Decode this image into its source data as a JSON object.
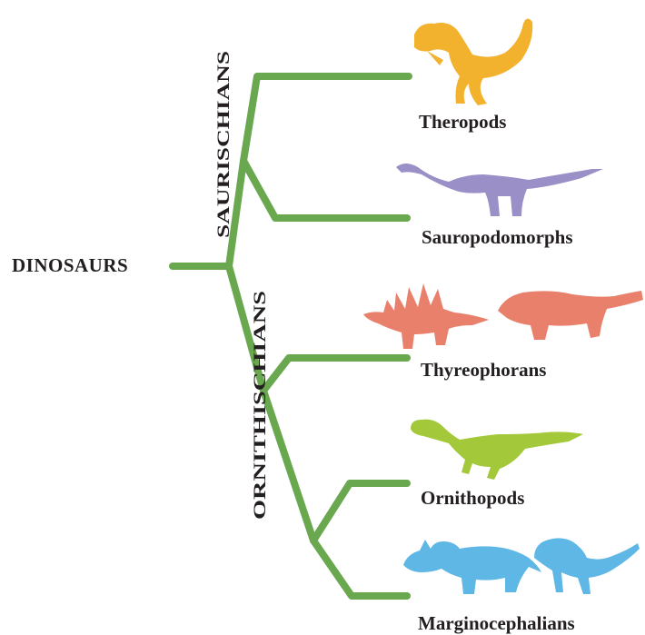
{
  "root_label": "DINOSAURS",
  "groups": [
    {
      "label": "SAURISCHIANS"
    },
    {
      "label": "ORNITHISCHIANS"
    }
  ],
  "clades": [
    {
      "label": "Theropods",
      "color": "#f2b22e",
      "icon": "theropod-silhouette"
    },
    {
      "label": "Sauropodomorphs",
      "color": "#9a8fc6",
      "icon": "sauropod-silhouette"
    },
    {
      "label": "Thyreophorans",
      "color": "#e8806b",
      "icon": "stegosaur-and-ankylosaur-silhouettes"
    },
    {
      "label": "Ornithopods",
      "color": "#a3c93b",
      "icon": "ornithopod-silhouette"
    },
    {
      "label": "Marginocephalians",
      "color": "#5fb7e5",
      "icon": "ceratopsian-and-pachycephalosaur-silhouettes"
    }
  ],
  "branch_color": "#69a84f"
}
